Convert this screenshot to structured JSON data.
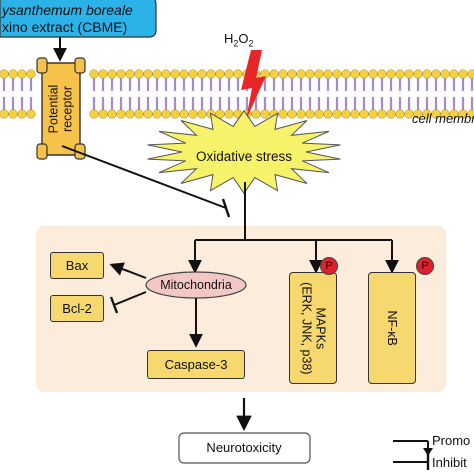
{
  "source": {
    "line1_text": "ysanthemum boreale",
    "line2_text": "xino extract (CBME)"
  },
  "receptor": {
    "label_line1": "Potential",
    "label_line2": "receptor"
  },
  "stimulus": {
    "h2o2_h": "H",
    "h2o2_sub1": "2",
    "h2o2_o": "O",
    "h2o2_sub2": "2"
  },
  "membrane": {
    "label": "cell membr"
  },
  "stress": {
    "label": "Oxidative stress"
  },
  "pathway": {
    "bax": "Bax",
    "bcl2": "Bcl-2",
    "mitochondria": "Mitochondria",
    "caspase": "Caspase-3",
    "mapks_line1": "MAPKs",
    "mapks_line2": "(ERK, JNK, p38)",
    "nfkb": "NF-κB",
    "p_mapks": "P",
    "p_nfkb": "P"
  },
  "outcome": {
    "label": "Neurotoxicity"
  },
  "legend": {
    "promote": "Promo",
    "inhibit": "Inhibit"
  },
  "colors": {
    "source_fill": "#2bb2e8",
    "receptor_fill": "#f7c24a",
    "membrane_head": "#f4d13d",
    "membrane_tail": "#a58dc9",
    "lightning": "#e8262a",
    "stress_star": "#f6f26a",
    "panel_fill": "#fbecdc",
    "node_fill": "#f7d86e",
    "mito_fill": "#f3c7c4",
    "phospho": "#e0202a"
  }
}
